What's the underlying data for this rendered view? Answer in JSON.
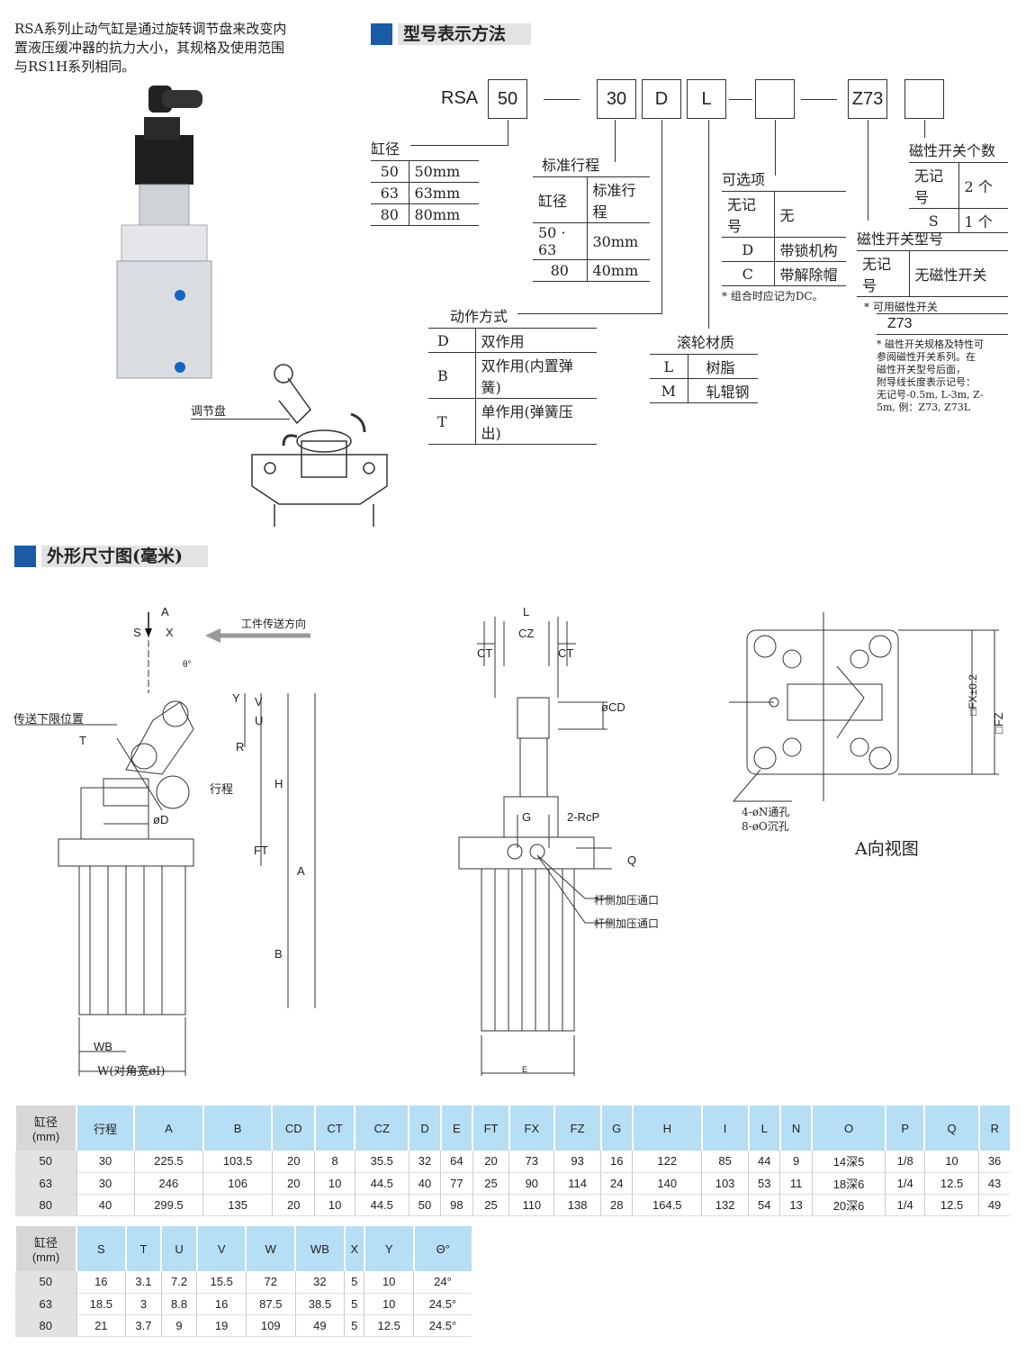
{
  "intro": [
    "RSA系列止动气缸是通过旋转调节盘来改变内",
    "置液压缓冲器的抗力大小，其规格及使用范围",
    "与RS1H系列相同。"
  ],
  "model_section": {
    "title": "型号表示方法"
  },
  "code": {
    "prefix": "RSA",
    "boxes": [
      "50",
      "30",
      "D",
      "L",
      "",
      "Z73",
      ""
    ]
  },
  "bore_table": {
    "title": "缸径",
    "rows": [
      [
        "50",
        "50mm"
      ],
      [
        "63",
        "63mm"
      ],
      [
        "80",
        "80mm"
      ]
    ]
  },
  "stroke_table": {
    "title": "标准行程",
    "header": [
      "缸径",
      "标准行程"
    ],
    "rows": [
      [
        "50 · 63",
        "30mm"
      ],
      [
        "80",
        "40mm"
      ]
    ]
  },
  "option_table": {
    "title": "可选项",
    "rows": [
      [
        "无记号",
        "无"
      ],
      [
        "D",
        "带锁机构"
      ],
      [
        "C",
        "带解除帽"
      ]
    ],
    "note": "* 组合时应记为DC。"
  },
  "switch_count_table": {
    "title": "磁性开关个数",
    "rows": [
      [
        "无记号",
        "2 个"
      ],
      [
        "S",
        "1 个"
      ]
    ]
  },
  "switch_model_table": {
    "title": "磁性开关型号",
    "rows": [
      [
        "无记号",
        "无磁性开关"
      ]
    ],
    "avail_label": "* 可用磁性开关",
    "avail_value": "Z73",
    "note": [
      "* 磁性开关规格及特性可",
      "参阅磁性开关系列。在",
      "磁性开关型号后面，",
      "附导线长度表示记号：",
      "无记号-0.5m, L-3m, Z-",
      "5m, 例：Z73, Z73L"
    ]
  },
  "action_table": {
    "title": "动作方式",
    "rows": [
      [
        "D",
        "双作用"
      ],
      [
        "B",
        "双作用(内置弹簧)"
      ],
      [
        "T",
        "单作用(弹簧压出)"
      ]
    ]
  },
  "roller_table": {
    "title": "滚轮材质",
    "rows": [
      [
        "L",
        "树脂"
      ],
      [
        "M",
        "轧辊钢"
      ]
    ]
  },
  "illustration": {
    "dial_label": "调节盘"
  },
  "dim_section": {
    "title": "外形尺寸图(毫米)"
  },
  "drawing_labels": {
    "A": "A",
    "S": "S",
    "X": "X",
    "theta": "θ°",
    "feed": "工件传送方向",
    "lower": "传送下限位置",
    "T": "T",
    "Y": "Y",
    "V": "V",
    "U": "U",
    "R": "R",
    "stroke": "行程",
    "H": "H",
    "D": "øD",
    "FT": "FT",
    "Adim": "A",
    "B": "B",
    "WB": "WB",
    "W": "W(对角宽øI)",
    "L": "L",
    "CZ": "CZ",
    "CT": "CT",
    "CT2": "CT",
    "CD": "øCD",
    "G": "G",
    "RcP": "2-RcP",
    "Q": "Q",
    "port1": "杆侧加压通口",
    "port2": "杆侧加压通口",
    "E": "E",
    "FX": "□FX±0.2",
    "FZ": "□FZ",
    "holes1": "4-øN通孔",
    "holes2": "8-øO沉孔",
    "view": "A向视图"
  },
  "table1": {
    "header": [
      "缸径\n(mm)",
      "行程",
      "A",
      "B",
      "CD",
      "CT",
      "CZ",
      "D",
      "E",
      "FT",
      "FX",
      "FZ",
      "G",
      "H",
      "I",
      "L",
      "N",
      "O",
      "P",
      "Q",
      "R"
    ],
    "rows": [
      [
        "50",
        "30",
        "225.5",
        "103.5",
        "20",
        "8",
        "35.5",
        "32",
        "64",
        "20",
        "73",
        "93",
        "16",
        "122",
        "85",
        "44",
        "9",
        "14深5",
        "1/8",
        "10",
        "36"
      ],
      [
        "63",
        "30",
        "246",
        "106",
        "20",
        "10",
        "44.5",
        "40",
        "77",
        "25",
        "90",
        "114",
        "24",
        "140",
        "103",
        "53",
        "11",
        "18深6",
        "1/4",
        "12.5",
        "43"
      ],
      [
        "80",
        "40",
        "299.5",
        "135",
        "20",
        "10",
        "44.5",
        "50",
        "98",
        "25",
        "110",
        "138",
        "28",
        "164.5",
        "132",
        "54",
        "13",
        "20深6",
        "1/4",
        "12.5",
        "49"
      ]
    ]
  },
  "table2": {
    "header": [
      "缸径\n(mm)",
      "S",
      "T",
      "U",
      "V",
      "W",
      "WB",
      "X",
      "Y",
      "Θ°"
    ],
    "rows": [
      [
        "50",
        "16",
        "3.1",
        "7.2",
        "15.5",
        "72",
        "32",
        "5",
        "10",
        "24°"
      ],
      [
        "63",
        "18.5",
        "3",
        "8.8",
        "16",
        "87.5",
        "38.5",
        "5",
        "10",
        "24.5°"
      ],
      [
        "80",
        "21",
        "3.7",
        "9",
        "19",
        "109",
        "49",
        "5",
        "12.5",
        "24.5°"
      ]
    ]
  }
}
